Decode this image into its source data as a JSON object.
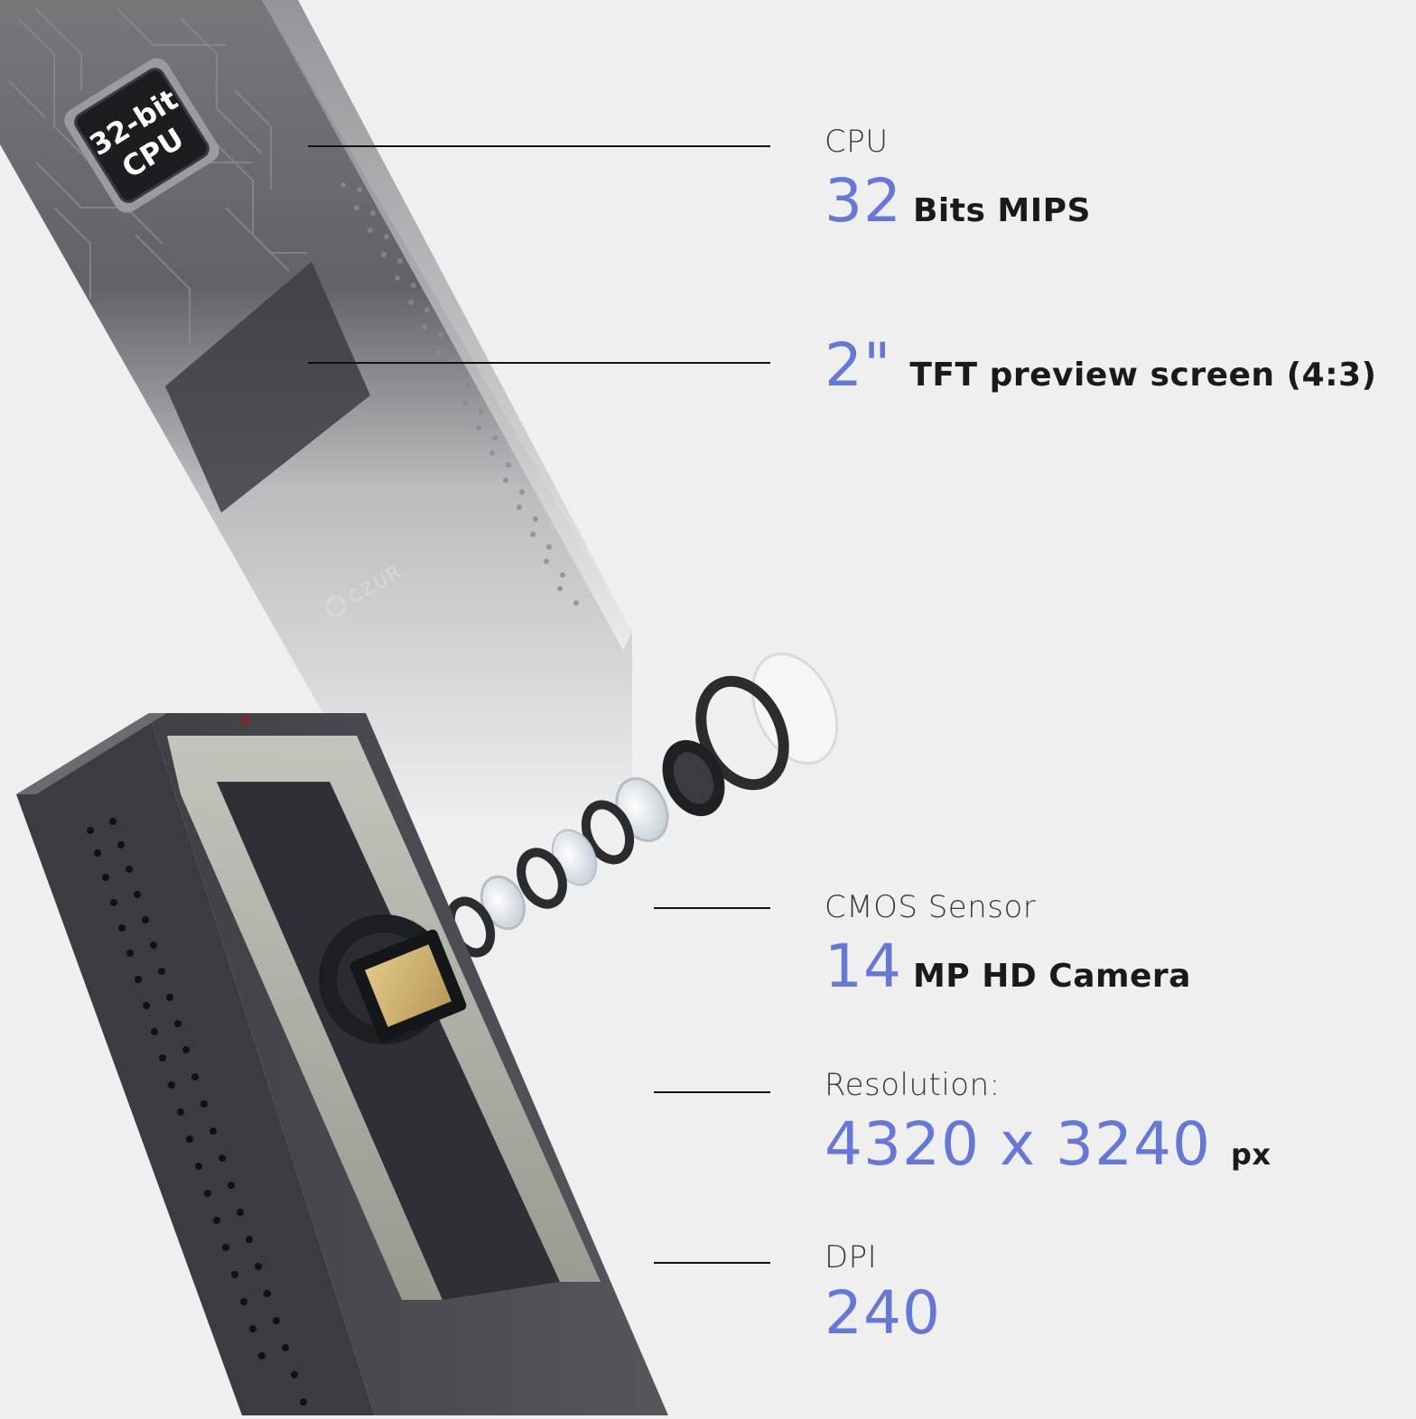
{
  "chip": {
    "line1": "32-bit",
    "line2": "CPU"
  },
  "brand": {
    "name": "CZUR"
  },
  "colors": {
    "accent": "#6677d4",
    "body_dark": "#4a4b51",
    "background": "#efefef"
  },
  "specs": {
    "cpu": {
      "label": "CPU",
      "value": "32",
      "unit": "Bits MIPS"
    },
    "screen": {
      "value": "2\"",
      "unit": "TFT preview screen (4:3)"
    },
    "cmos": {
      "label": "CMOS Sensor",
      "value": "14",
      "unit": "MP HD Camera"
    },
    "resolution": {
      "label": "Resolution:",
      "value": "4320 x 3240",
      "unit": "px"
    },
    "dpi": {
      "label": "DPI",
      "value": "240"
    }
  }
}
